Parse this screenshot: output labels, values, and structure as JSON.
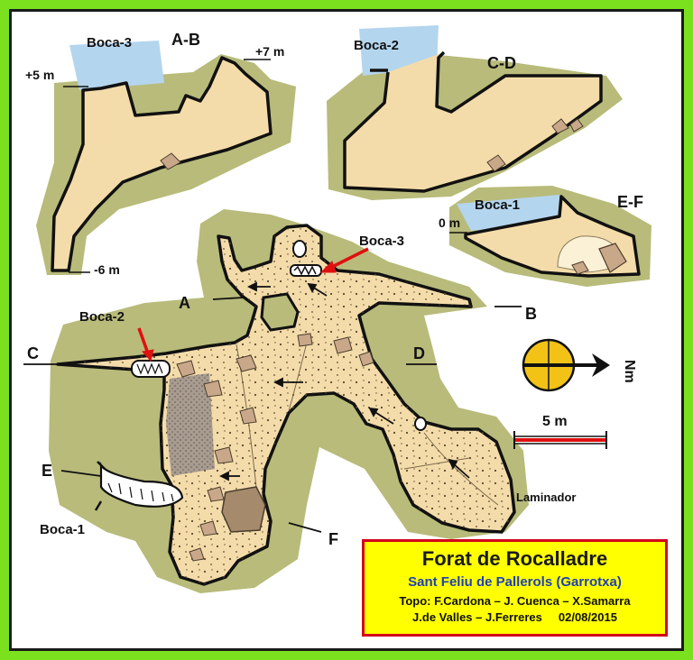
{
  "colors": {
    "page_border": "#7be11f",
    "rock_halo": "#b8bb7a",
    "cave_floor": "#f4dcaa",
    "sky_entrance": "#b4d5ee",
    "arrow_red": "#e01010",
    "title_bg": "#ffff00",
    "title_border": "#d2001c",
    "subtitle_blue": "#1f3fb8",
    "compass_fill": "#f2c316"
  },
  "sections": {
    "ab": {
      "label": "A-B",
      "entrance": "Boca-3",
      "top_level": "+7 m",
      "left_level": "+5 m",
      "bottom_level": "-6 m"
    },
    "cd": {
      "label": "C-D",
      "entrance": "Boca-2"
    },
    "ef": {
      "label": "E-F",
      "entrance": "Boca-1",
      "level": "0 m"
    }
  },
  "plan_labels": {
    "a": "A",
    "b": "B",
    "c": "C",
    "d": "D",
    "e": "E",
    "f": "F",
    "boca1": "Boca-1",
    "boca2": "Boca-2",
    "boca3": "Boca-3",
    "laminador": "Laminador"
  },
  "compass": {
    "label": "Nm"
  },
  "scale": {
    "label": "5 m"
  },
  "title_block": {
    "title": "Forat de Rocalladre",
    "subtitle": "Sant Feliu de Pallerols (Garrotxa)",
    "topo": "Topo: F.Cardona – J. Cuenca – X.Samarra",
    "authors": "J.de Valles – J.Ferreres",
    "date": "02/08/2015"
  }
}
